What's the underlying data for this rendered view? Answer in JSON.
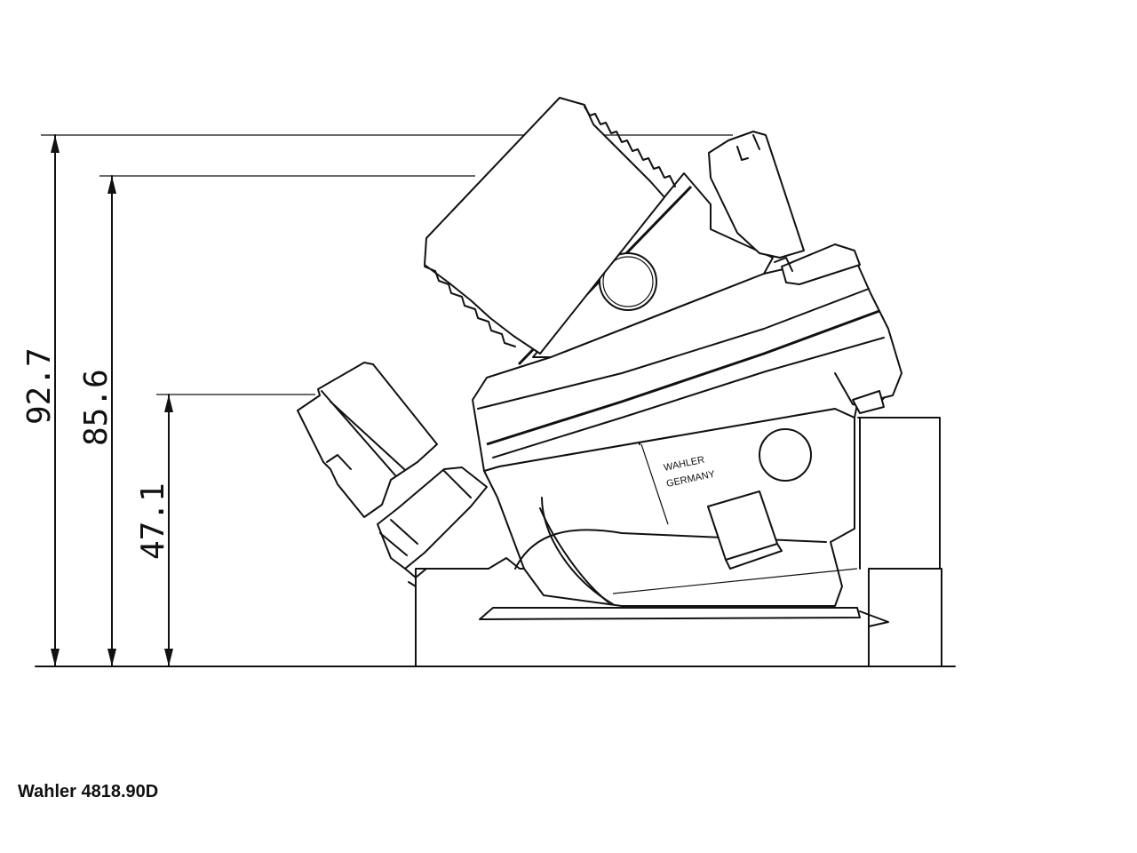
{
  "caption": "Wahler 4818.90D",
  "dimensions": [
    {
      "id": "overall-height",
      "label": "92.7"
    },
    {
      "id": "mid-height",
      "label": "85.6"
    },
    {
      "id": "sensor-height",
      "label": "47.1"
    }
  ],
  "housing_stamp": [
    "WAHLER",
    "GERMANY"
  ]
}
